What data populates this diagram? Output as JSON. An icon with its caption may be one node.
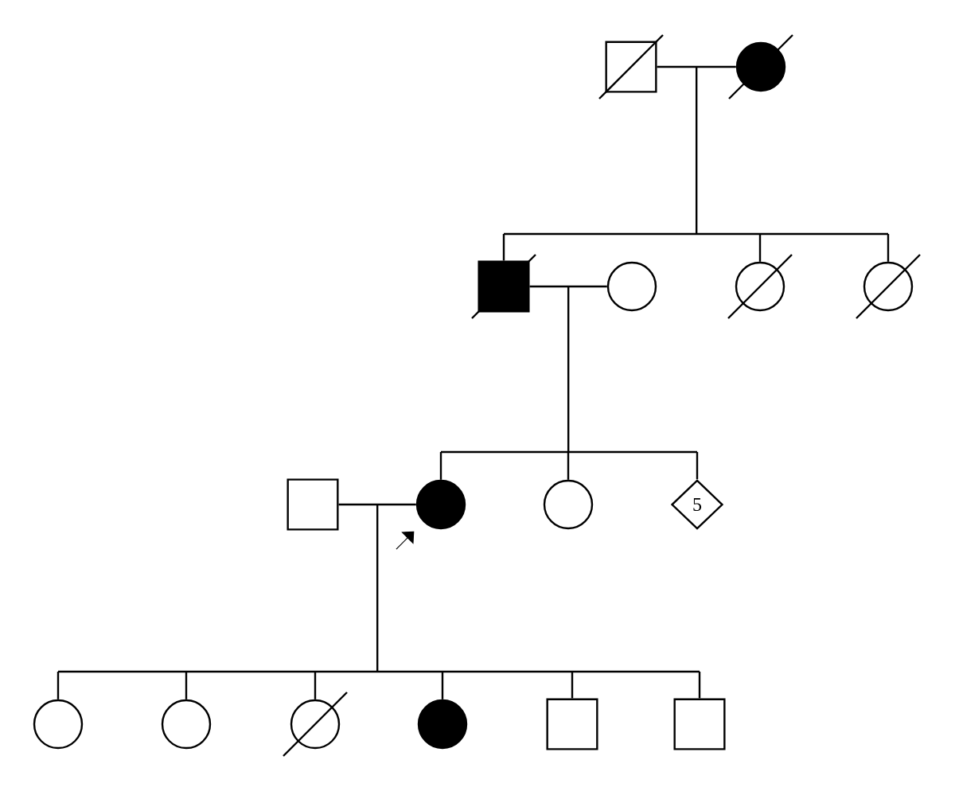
{
  "diagram": {
    "nodes": [
      {
        "text": [],
        "shape": "box"
      },
      {
        "text": [],
        "shape": "circle"
      },
      {
        "text": [],
        "shape": "box"
      },
      {
        "text": [],
        "shape": "circle"
      },
      {
        "text": [],
        "shape": "circle"
      },
      {
        "text": [],
        "shape": "circle"
      },
      {
        "text": [],
        "shape": "box"
      },
      {
        "text": [],
        "shape": "circle"
      },
      {
        "text": [],
        "shape": "circle"
      },
      {
        "text": [
          "5"
        ]
      },
      {
        "text": [],
        "shape": "circle"
      },
      {
        "text": [],
        "shape": "circle"
      },
      {
        "text": [],
        "shape": "circle"
      },
      {
        "text": [],
        "shape": "circle"
      },
      {
        "text": [],
        "shape": "box"
      },
      {
        "text": [],
        "shape": "box"
      }
    ],
    "edges": [
      {
        "from": 0,
        "to": 1,
        "arrow": "none"
      },
      {
        "from": 0,
        "to": 2,
        "arrow": "none"
      },
      {
        "from": 1,
        "to": 2,
        "arrow": "none"
      },
      {
        "from": 0,
        "to": 4,
        "arrow": "none"
      },
      {
        "from": 1,
        "to": 4,
        "arrow": "none"
      },
      {
        "from": 0,
        "to": 5,
        "arrow": "none"
      },
      {
        "from": 1,
        "to": 5,
        "arrow": "none"
      },
      {
        "from": 2,
        "to": 3,
        "arrow": "none"
      },
      {
        "from": 2,
        "to": 7,
        "arrow": "none"
      },
      {
        "from": 3,
        "to": 7,
        "arrow": "none"
      },
      {
        "from": 2,
        "to": 8,
        "arrow": "none"
      },
      {
        "from": 3,
        "to": 8,
        "arrow": "none"
      },
      {
        "from": 2,
        "to": 9,
        "arrow": "none"
      },
      {
        "from": 3,
        "to": 9,
        "arrow": "none"
      },
      {
        "from": 6,
        "to": 7,
        "arrow": "none"
      },
      {
        "from": 6,
        "to": 10,
        "arrow": "none"
      },
      {
        "from": 7,
        "to": 10,
        "arrow": "none"
      },
      {
        "from": 6,
        "to": 11,
        "arrow": "none"
      },
      {
        "from": 7,
        "to": 11,
        "arrow": "none"
      },
      {
        "from": 6,
        "to": 12,
        "arrow": "none"
      },
      {
        "from": 7,
        "to": 12,
        "arrow": "none"
      },
      {
        "from": 6,
        "to": 13,
        "arrow": "none"
      },
      {
        "from": 7,
        "to": 13,
        "arrow": "none"
      },
      {
        "from": 6,
        "to": 14,
        "arrow": "none"
      },
      {
        "from": 7,
        "to": 14,
        "arrow": "none"
      },
      {
        "from": 6,
        "to": 15,
        "arrow": "none"
      },
      {
        "from": 7,
        "to": 15,
        "arrow": "none"
      },
      {
        "from": null,
        "to": 7,
        "arrow": "to"
      }
    ]
  }
}
